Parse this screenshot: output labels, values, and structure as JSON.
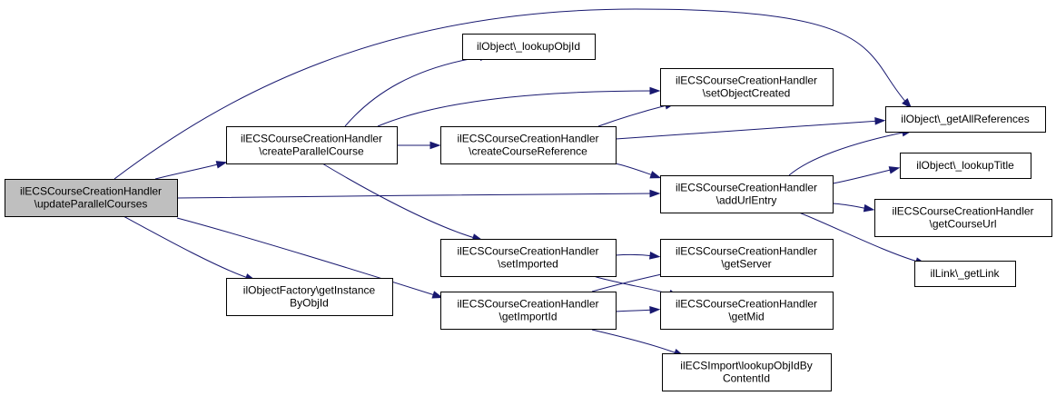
{
  "diagram": {
    "nodes": [
      {
        "id": "updateParallelCourses",
        "lines": [
          "ilECSCourseCreationHandler",
          "\\updateParallelCourses"
        ],
        "root": true
      },
      {
        "id": "createParallelCourse",
        "lines": [
          "ilECSCourseCreationHandler",
          "\\createParallelCourse"
        ]
      },
      {
        "id": "getInstanceByObjId",
        "lines": [
          "ilObjectFactory\\getInstance",
          "ByObjId"
        ]
      },
      {
        "id": "lookupObjId",
        "lines": [
          "ilObject\\_lookupObjId"
        ]
      },
      {
        "id": "createCourseReference",
        "lines": [
          "ilECSCourseCreationHandler",
          "\\createCourseReference"
        ]
      },
      {
        "id": "setImported",
        "lines": [
          "ilECSCourseCreationHandler",
          "\\setImported"
        ]
      },
      {
        "id": "getImportId",
        "lines": [
          "ilECSCourseCreationHandler",
          "\\getImportId"
        ]
      },
      {
        "id": "setObjectCreated",
        "lines": [
          "ilECSCourseCreationHandler",
          "\\setObjectCreated"
        ]
      },
      {
        "id": "addUrlEntry",
        "lines": [
          "ilECSCourseCreationHandler",
          "\\addUrlEntry"
        ]
      },
      {
        "id": "getServer",
        "lines": [
          "ilECSCourseCreationHandler",
          "\\getServer"
        ]
      },
      {
        "id": "getMid",
        "lines": [
          "ilECSCourseCreationHandler",
          "\\getMid"
        ]
      },
      {
        "id": "lookupObjIdByContentId",
        "lines": [
          "ilECSImport\\lookupObjIdBy",
          "ContentId"
        ]
      },
      {
        "id": "getAllReferences",
        "lines": [
          "ilObject\\_getAllReferences"
        ]
      },
      {
        "id": "lookupTitle",
        "lines": [
          "ilObject\\_lookupTitle"
        ]
      },
      {
        "id": "getCourseUrl",
        "lines": [
          "ilECSCourseCreationHandler",
          "\\getCourseUrl"
        ]
      },
      {
        "id": "getLink",
        "lines": [
          "ilLink\\_getLink"
        ]
      }
    ],
    "edges": [
      {
        "from": "updateParallelCourses",
        "to": "createParallelCourse"
      },
      {
        "from": "updateParallelCourses",
        "to": "getAllReferences"
      },
      {
        "from": "updateParallelCourses",
        "to": "addUrlEntry"
      },
      {
        "from": "updateParallelCourses",
        "to": "getImportId"
      },
      {
        "from": "updateParallelCourses",
        "to": "getInstanceByObjId"
      },
      {
        "from": "createParallelCourse",
        "to": "lookupObjId"
      },
      {
        "from": "createParallelCourse",
        "to": "setObjectCreated"
      },
      {
        "from": "createParallelCourse",
        "to": "createCourseReference"
      },
      {
        "from": "createParallelCourse",
        "to": "setImported"
      },
      {
        "from": "createCourseReference",
        "to": "setObjectCreated"
      },
      {
        "from": "createCourseReference",
        "to": "getAllReferences"
      },
      {
        "from": "createCourseReference",
        "to": "addUrlEntry"
      },
      {
        "from": "addUrlEntry",
        "to": "getAllReferences"
      },
      {
        "from": "addUrlEntry",
        "to": "lookupTitle"
      },
      {
        "from": "addUrlEntry",
        "to": "getCourseUrl"
      },
      {
        "from": "addUrlEntry",
        "to": "getLink"
      },
      {
        "from": "setImported",
        "to": "getServer"
      },
      {
        "from": "setImported",
        "to": "getMid"
      },
      {
        "from": "getImportId",
        "to": "getServer"
      },
      {
        "from": "getImportId",
        "to": "getMid"
      },
      {
        "from": "getImportId",
        "to": "lookupObjIdByContentId"
      }
    ],
    "colors": {
      "edge": "#191970",
      "root_fill": "#bfbfbf",
      "node_fill": "#ffffff",
      "border": "#000000"
    }
  }
}
